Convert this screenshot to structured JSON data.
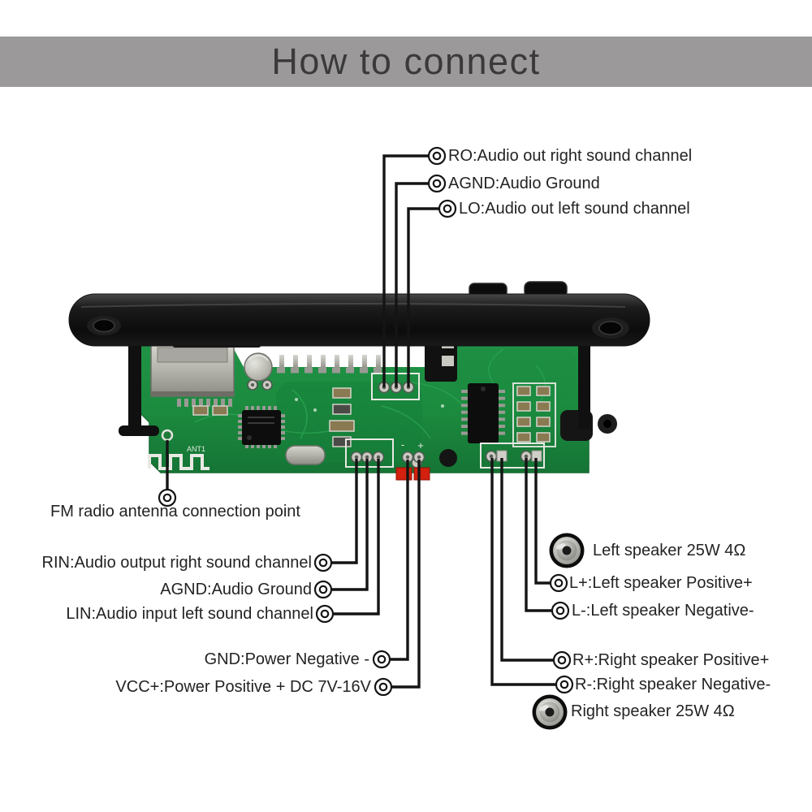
{
  "title": "How to connect",
  "colors": {
    "banner_bg": "#9c999b",
    "banner_text": "#3b3a3b",
    "leader_line": "#141414",
    "pcb_green": "#1e8f41",
    "pcb_green_dark": "#14702f",
    "panel_black": "#141414",
    "connector_red": "#d4200e",
    "silkscreen_white": "#e9e9e4"
  },
  "board": {
    "ant_label": "ANT1",
    "vcc_mark": "+",
    "gnd_mark": "-"
  },
  "labels": {
    "ro": "RO:Audio out right sound channel",
    "agnd_top": "AGND:Audio Ground",
    "lo": "LO:Audio out left sound channel",
    "fm_antenna": "FM radio antenna connection point",
    "rin": "RIN:Audio output right sound channel",
    "agnd_bottom": "AGND:Audio Ground",
    "lin": "LIN:Audio input left sound channel",
    "gnd": "GND:Power Negative -",
    "vcc": "VCC+:Power Positive + DC 7V-16V",
    "left_speaker": "Left speaker 25W 4Ω",
    "l_plus": "L+:Left speaker Positive+",
    "l_minus": "L-:Left speaker Negative-",
    "r_plus": "R+:Right speaker Positive+",
    "r_minus": "R-:Right speaker Negative-",
    "right_speaker": "Right speaker 25W 4Ω"
  }
}
